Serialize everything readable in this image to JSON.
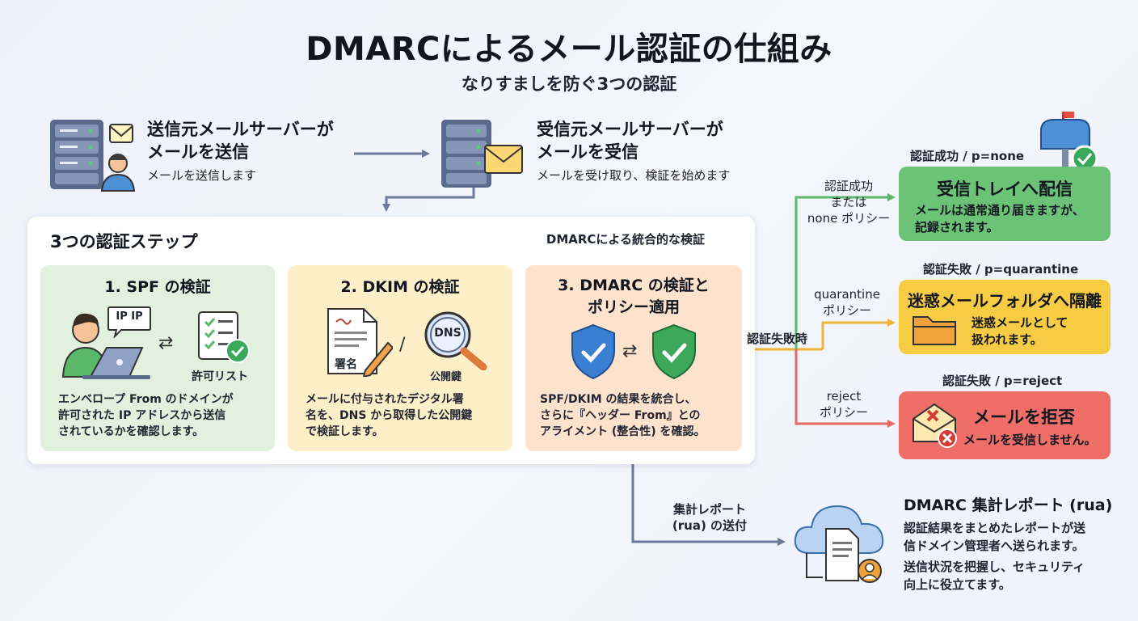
{
  "title": "DMARCによるメール認証の仕組み",
  "subtitle": "なりすましを防ぐ3つの認証",
  "sender": {
    "title_line1": "送信元メールサーバーが",
    "title_line2": "メールを送信",
    "desc": "メールを送信します"
  },
  "receiver": {
    "title_line1": "受信元メールサーバーが",
    "title_line2": "メールを受信",
    "desc": "メールを受け取り、検証を始めます"
  },
  "steps": {
    "title": "3つの認証ステップ",
    "integrated_label": "DMARCによる統合的な検証",
    "spf": {
      "title": "1. SPF の検証",
      "bubble": "IP IP",
      "list_label": "許可リスト",
      "text_line1": "エンベロープ From のドメインが",
      "text_line2": "許可された IP アドレスから送信",
      "text_line3": "されているかを確認します。"
    },
    "dkim": {
      "title": "2. DKIM の検証",
      "doc_label": "署名",
      "dns_label": "DNS",
      "key_label": "公開鍵",
      "text_line1": "メールに付与されたデジタル署",
      "text_line2": "名を、DNS から取得した公開鍵",
      "text_line3": "で検証します。"
    },
    "dmarc": {
      "title_line1": "3. DMARC の検証と",
      "title_line2": "ポリシー適用",
      "text_line1": "SPF/DKIM の結果を統合し、",
      "text_line2": "さらに『ヘッダー From』との",
      "text_line3": "アライメント (整合性) を確認。"
    }
  },
  "branches": {
    "success_line1": "認証成功",
    "success_line2": "または",
    "success_line3": "none ポリシー",
    "fail_label": "認証失敗時",
    "quarantine_line1": "quarantine",
    "quarantine_line2": "ポリシー",
    "reject_line1": "reject",
    "reject_line2": "ポリシー"
  },
  "results": {
    "none": {
      "label": "認証成功 / p=none",
      "title": "受信トレイへ配信",
      "desc_line1": "メールは通常通り届きますが、",
      "desc_line2": "記録されます。"
    },
    "quarantine": {
      "label": "認証失敗 / p=quarantine",
      "title": "迷惑メールフォルダへ隔離",
      "desc_line1": "迷惑メールとして",
      "desc_line2": "扱われます。"
    },
    "reject": {
      "label": "認証失敗 / p=reject",
      "title": "メールを拒否",
      "desc": "メールを受信しません。"
    }
  },
  "report": {
    "arrow_line1": "集計レポート",
    "arrow_line2": "(rua) の送付",
    "title": "DMARC 集計レポート (rua)",
    "text_line1": "認証結果をまとめたレポートが送",
    "text_line2": "信ドメイン管理者へ送られます。",
    "text_line3": "送信状況を把握し、セキュリティ",
    "text_line4": "向上に役立てます。"
  },
  "colors": {
    "arrow": "#6b7a99",
    "success": "#5cb86a",
    "quarantine": "#efb33a",
    "reject": "#e66a63"
  }
}
